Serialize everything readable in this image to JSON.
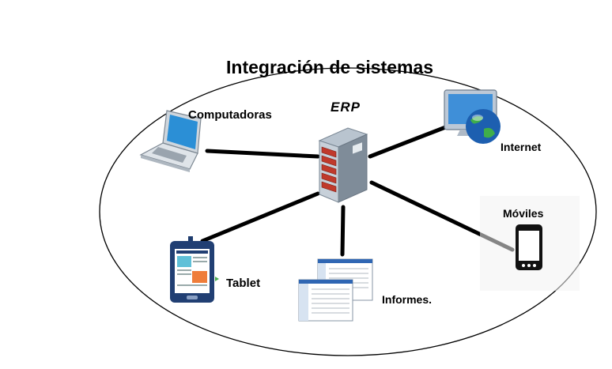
{
  "diagram": {
    "title": "Integración de sistemas",
    "center_label": "ERP",
    "nodes": [
      {
        "id": "computadoras",
        "label": "Computadoras",
        "icon": "laptop-icon"
      },
      {
        "id": "internet",
        "label": "Internet",
        "icon": "globe-monitor-icon"
      },
      {
        "id": "moviles",
        "label": "Móviles",
        "icon": "smartphone-icon"
      },
      {
        "id": "tablet",
        "label": "Tablet",
        "icon": "tablet-icon"
      },
      {
        "id": "informes",
        "label": "Informes.",
        "icon": "report-windows-icon"
      }
    ],
    "center_icon": "server-icon",
    "colors": {
      "line": "#000000",
      "server": "#9aa7b4",
      "server_drive": "#c0392b"
    }
  }
}
